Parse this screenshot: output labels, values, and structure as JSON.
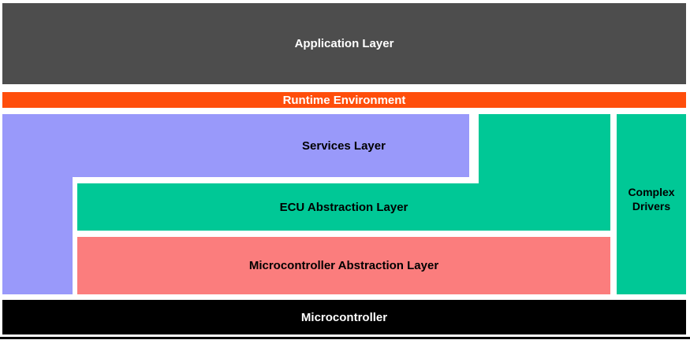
{
  "layers": {
    "application": {
      "label": "Application Layer",
      "color": "#4D4D4D",
      "text_color": "#FFFFFF"
    },
    "runtime_environment": {
      "label": "Runtime Environment",
      "color": "#FF4E0B",
      "text_color": "#FFFFFF"
    },
    "services": {
      "label": "Services Layer",
      "color": "#9999FA",
      "text_color": "#000000"
    },
    "ecu_abstraction": {
      "label": "ECU Abstraction Layer",
      "color": "#00C896",
      "text_color": "#000000"
    },
    "microcontroller_abstraction": {
      "label": "Microcontroller Abstraction Layer",
      "color": "#FB7D7D",
      "text_color": "#000000"
    },
    "complex_drivers": {
      "label_line1": "Complex",
      "label_line2": "Drivers",
      "color": "#00C896",
      "text_color": "#000000"
    },
    "microcontroller": {
      "label": "Microcontroller",
      "color": "#000000",
      "text_color": "#FFFFFF"
    }
  },
  "divider": {
    "color": "#000000"
  }
}
